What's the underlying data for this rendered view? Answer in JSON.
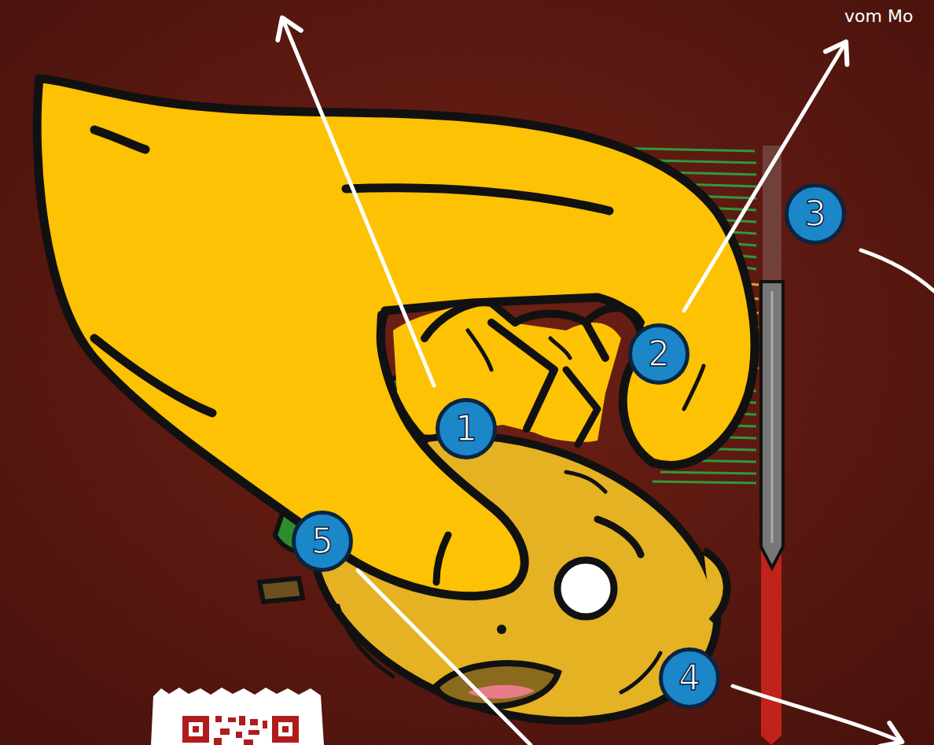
{
  "diagram": {
    "nodes": [
      {
        "text": [
          "3"
        ]
      },
      {
        "text": [
          "2"
        ]
      },
      {
        "text": [
          "1"
        ]
      },
      {
        "text": [
          "5"
        ]
      },
      {
        "text": [
          "4"
        ]
      }
    ],
    "labels": [
      "vom Mo"
    ]
  }
}
